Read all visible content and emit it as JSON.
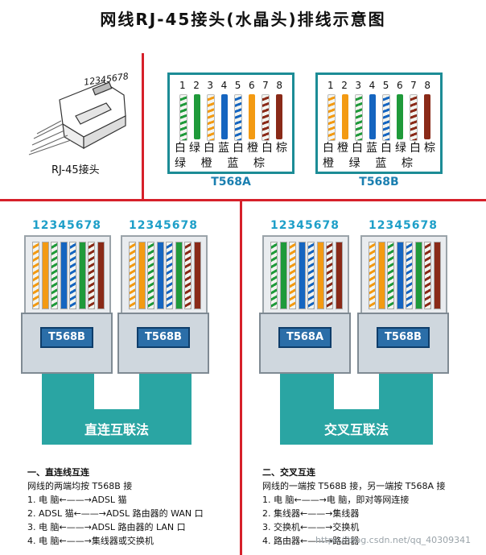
{
  "title": "网线RJ-45接头(水晶头)排线示意图",
  "connector": {
    "pin_label": "12345678",
    "caption": "RJ-45接头"
  },
  "standards": [
    {
      "label": "T568A",
      "pins": [
        "1",
        "2",
        "3",
        "4",
        "5",
        "6",
        "7",
        "8"
      ],
      "row1": [
        "白",
        "绿",
        "白",
        "蓝",
        "白",
        "橙",
        "白",
        "棕"
      ],
      "row2": [
        "绿",
        "橙",
        "蓝",
        "棕"
      ],
      "colors": [
        "#f3f5f0",
        "#1f9a3a",
        "#f3f5f0",
        "#1565c0",
        "#f3f5f0",
        "#f39a12",
        "#f3f5f0",
        "#8a2a18"
      ],
      "stripes": [
        "#1f9a3a",
        "",
        "#f39a12",
        "",
        "#1565c0",
        "",
        "#8a2a18",
        ""
      ]
    },
    {
      "label": "T568B",
      "pins": [
        "1",
        "2",
        "3",
        "4",
        "5",
        "6",
        "7",
        "8"
      ],
      "row1": [
        "白",
        "橙",
        "白",
        "蓝",
        "白",
        "绿",
        "白",
        "棕"
      ],
      "row2": [
        "橙",
        "绿",
        "蓝",
        "棕"
      ],
      "colors": [
        "#f3f5f0",
        "#f39a12",
        "#f3f5f0",
        "#1565c0",
        "#f3f5f0",
        "#1f9a3a",
        "#f3f5f0",
        "#8a2a18"
      ],
      "stripes": [
        "#f39a12",
        "",
        "#1f9a3a",
        "",
        "#1565c0",
        "",
        "#8a2a18",
        ""
      ]
    }
  ],
  "straight": {
    "nums": "12345678",
    "tags": [
      "T568B",
      "T568B"
    ],
    "band": "直连互联法"
  },
  "cross": {
    "nums": "12345678",
    "tags": [
      "T568A",
      "T568B"
    ],
    "band": "交叉互联法"
  },
  "notes_left": {
    "heading": "一、直连线互连",
    "line1": "网线的两端均按 T568B 接",
    "items": [
      "1.  电    脑←——→ADSL 猫",
      "2.  ADSL 猫←——→ADSL 路由器的 WAN 口",
      "3.  电    脑←——→ADSL 路由器的 LAN 口",
      "4.  电    脑←——→集线器或交换机"
    ]
  },
  "notes_right": {
    "heading": "二、交叉互连",
    "line1": "网线的一端按 T568B 接，另一端按 T568A 接",
    "items": [
      "1.  电    脑←——→电    脑，即对等网连接",
      "2.  集线器←——→集线器",
      "3.  交换机←——→交换机",
      "4.  路由器←——→路由器"
    ]
  },
  "watermark": "https://blog.csdn.net/qq_40309341"
}
